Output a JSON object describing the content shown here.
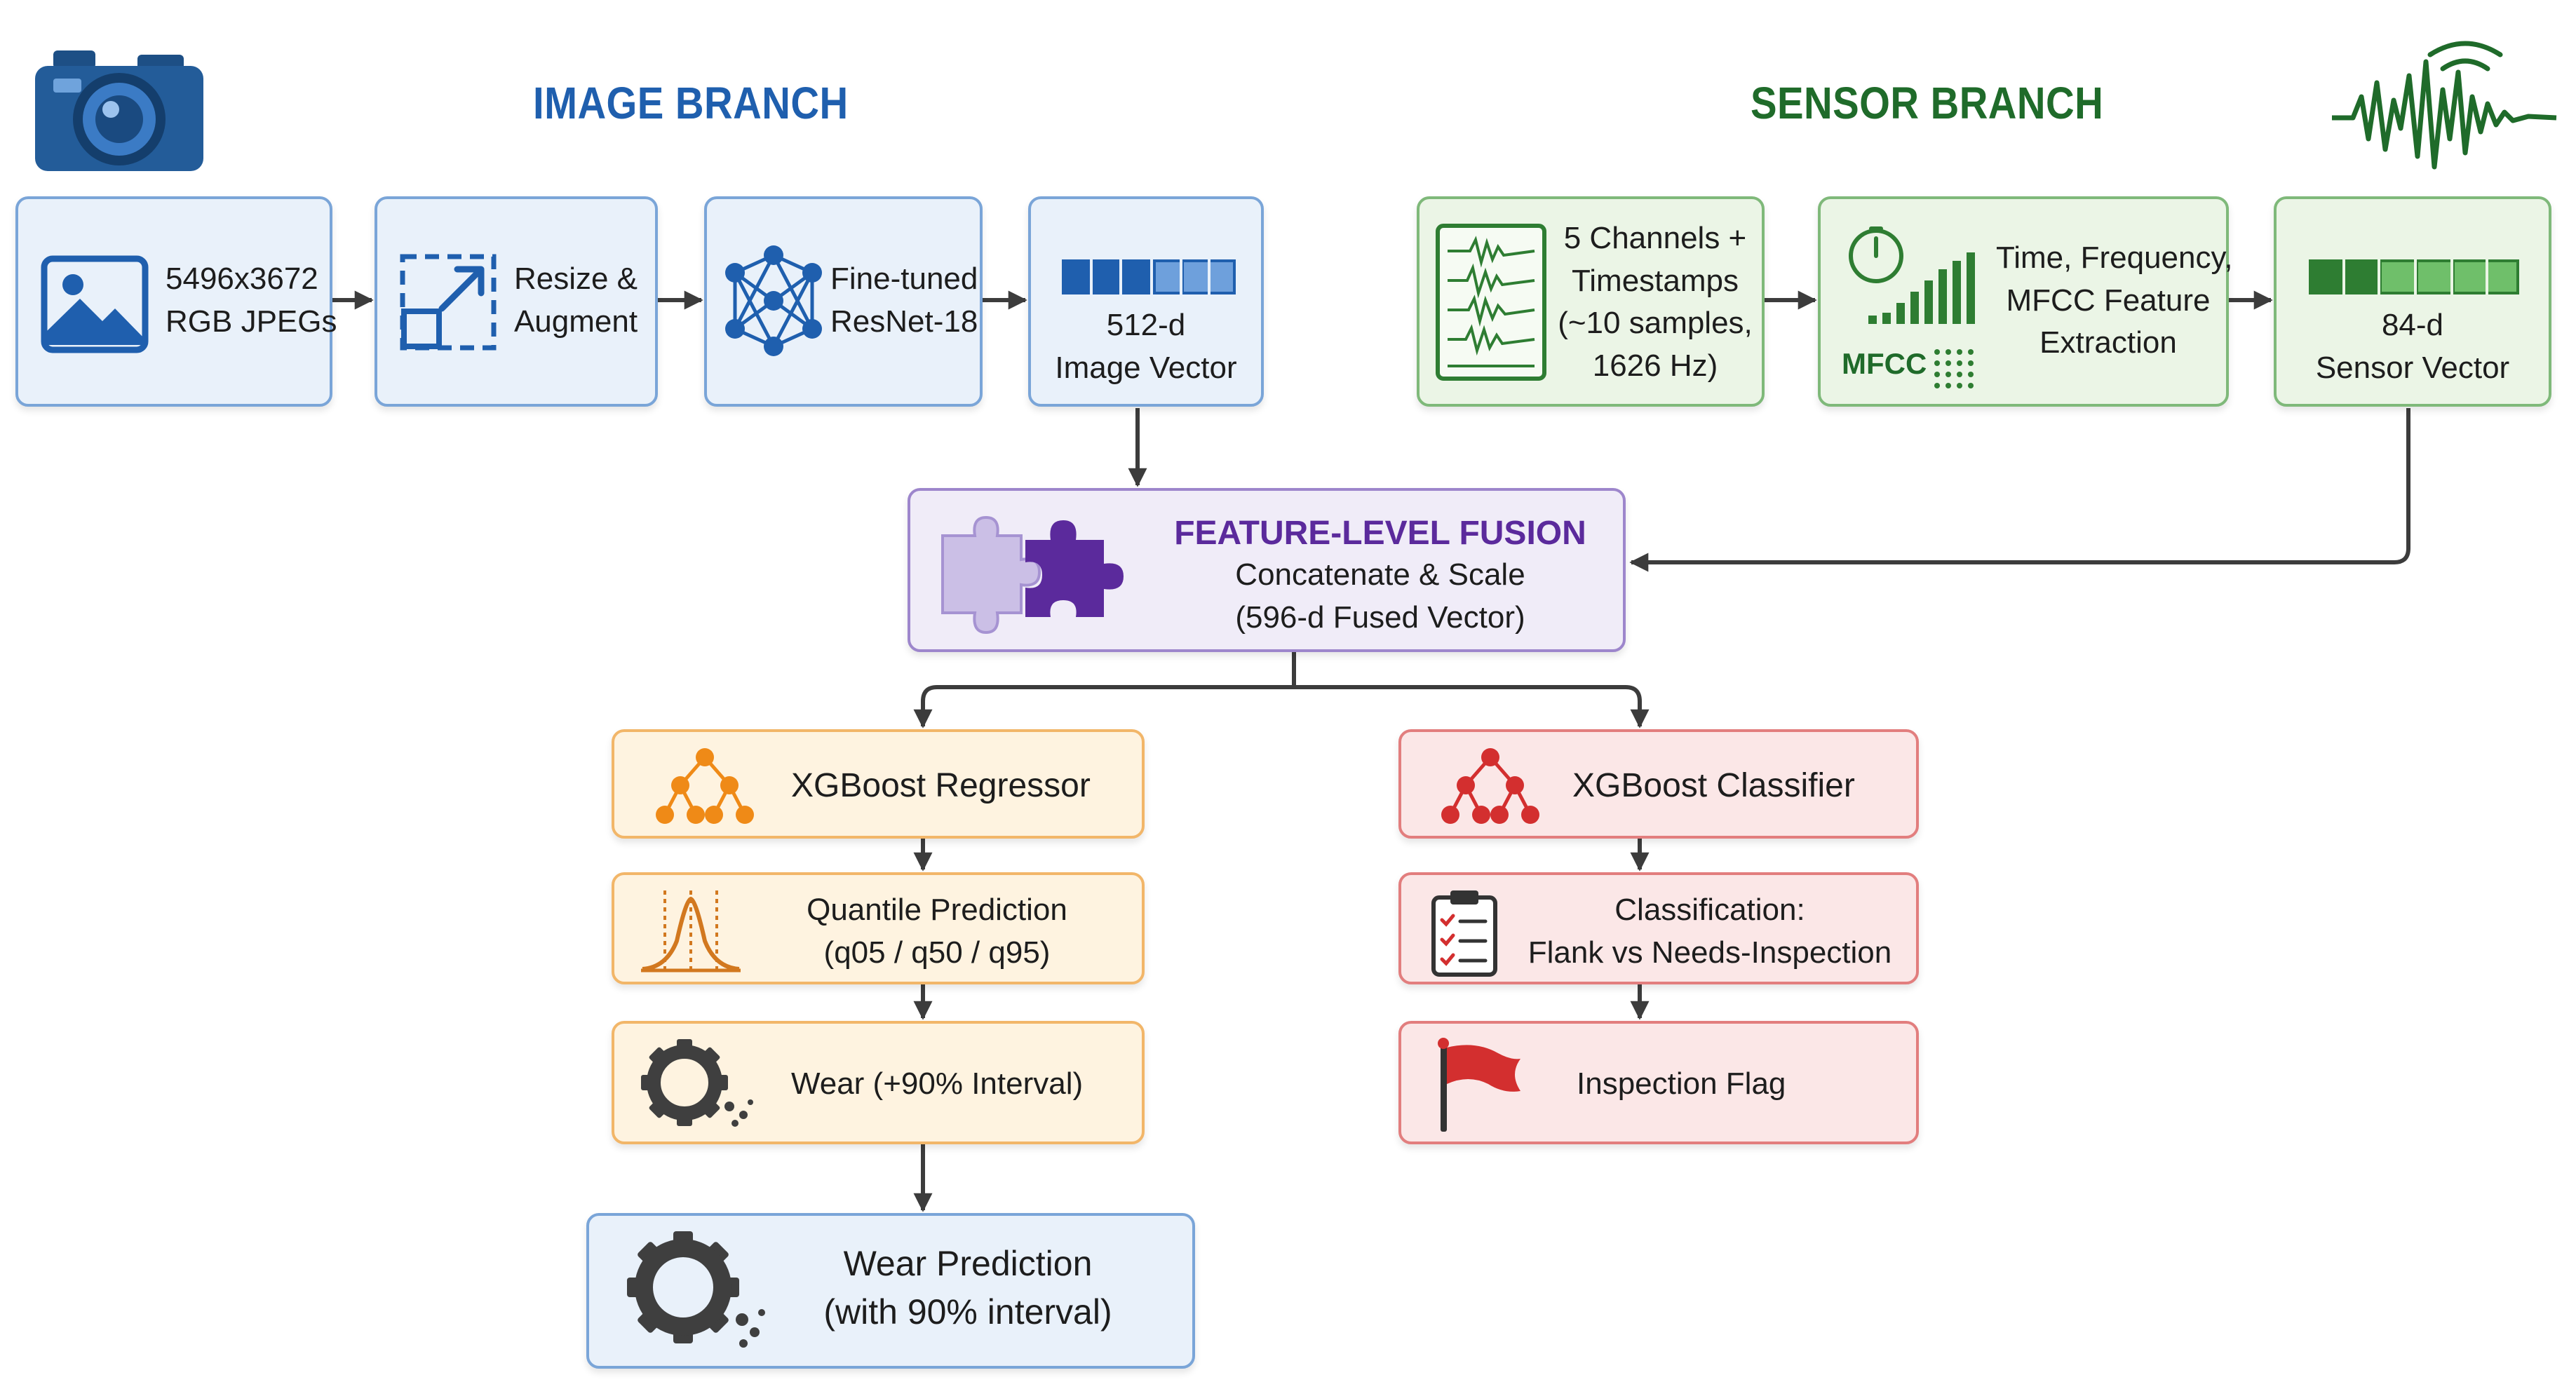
{
  "image_branch": {
    "title": "IMAGE BRANCH",
    "title_color": "#1f5fae",
    "input": {
      "line1": "5496x3672",
      "line2": "RGB JPEGs",
      "icon": "image-icon"
    },
    "resize": {
      "line1": "Resize &",
      "line2": "Augment",
      "icon": "resize-icon"
    },
    "cnn": {
      "line1": "Fine-tuned",
      "line2": "ResNet-18",
      "icon": "neural-network-icon"
    },
    "vector": {
      "line1": "512-d",
      "line2": "Image Vector",
      "icon": "vector-bar-icon"
    }
  },
  "sensor_branch": {
    "title": "SENSOR BRANCH",
    "title_color": "#1f6b2a",
    "channels": {
      "line1": "5 Channels +",
      "line2": "Timestamps",
      "line3": "(~10 samples,",
      "line4": "1626 Hz)",
      "icon": "waveform-icon"
    },
    "features": {
      "line1": "Time, Frequency,",
      "line2": "MFCC Feature",
      "line3": "Extraction",
      "mfcc_label": "MFCC",
      "icon": "clock-icon"
    },
    "vector": {
      "line1": "84-d",
      "line2": "Sensor Vector",
      "icon": "vector-bar-icon"
    }
  },
  "fusion": {
    "title": "FEATURE-LEVEL FUSION",
    "title_color": "#5b2a9c",
    "line1": "Concatenate & Scale",
    "line2": "(596-d Fused Vector)",
    "icon": "puzzle-icon"
  },
  "regressor_path": {
    "regressor": {
      "label": "XGBoost Regressor",
      "icon": "tree-icon"
    },
    "quantile": {
      "line1": "Quantile Prediction",
      "line2": "(q05 / q50 / q95)",
      "icon": "distribution-icon"
    },
    "wear": {
      "label": "Wear (+90% Interval)",
      "icon": "gear-icon"
    },
    "final": {
      "line1": "Wear Prediction",
      "line2": "(with 90% interval)",
      "icon": "gear-icon"
    }
  },
  "classifier_path": {
    "classifier": {
      "label": "XGBoost Classifier",
      "icon": "tree-icon"
    },
    "classification": {
      "line1": "Classification:",
      "line2": "Flank vs Needs-Inspection",
      "icon": "clipboard-icon"
    },
    "flag": {
      "label": "Inspection Flag",
      "icon": "flag-icon"
    }
  },
  "colors": {
    "image_accent": "#1f5fae",
    "sensor_accent": "#2e7d32",
    "fusion_accent": "#5b2a9c",
    "regressor_accent": "#ef8a17",
    "classifier_accent": "#d32f2f",
    "arrow": "#3c3c3c"
  }
}
